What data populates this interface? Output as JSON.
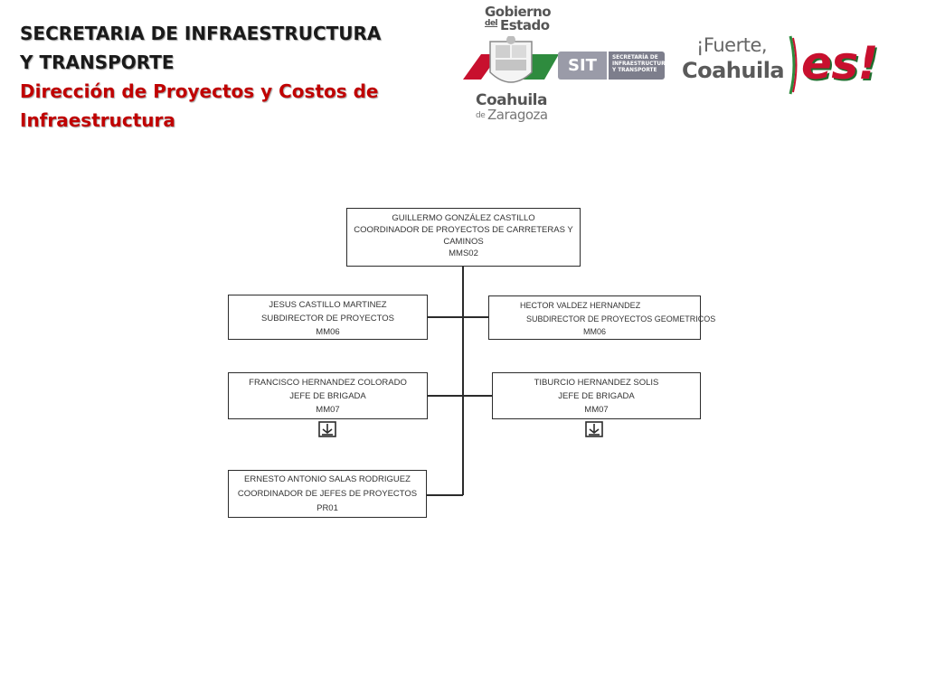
{
  "header": {
    "line1": "SECRETARIA DE INFRAESTRUCTURA",
    "line2": "Y TRANSPORTE",
    "line3": "Dirección de Proyectos y Costos de",
    "line4": "Infraestructura"
  },
  "logos": {
    "gobierno_top": "Gobierno",
    "gobierno_del": "del",
    "gobierno_estado": "Estado",
    "gobierno_coahuila": "Coahuila",
    "gobierno_de": "de",
    "gobierno_zaragoza": "Zaragoza",
    "sit_short": "SIT",
    "sit_line1": "SECRETARÍA DE",
    "sit_line2": "INFRAESTRUCTURA",
    "sit_line3": "Y TRANSPORTE",
    "fuerte_top": "¡Fuerte,",
    "fuerte_coahuila": "Coahuila",
    "fuerte_es": "es!",
    "colors": {
      "green": "#2e8b3e",
      "red": "#c8102e",
      "gray": "#555555",
      "sit_gray": "#9a9ba8"
    }
  },
  "org": {
    "top": {
      "name": "GUILLERMO GONZÁLEZ CASTILLO",
      "title": "COORDINADOR DE PROYECTOS DE CARRETERAS Y CAMINOS",
      "code": "MMS02"
    },
    "sub_left": {
      "name": "JESUS CASTILLO MARTINEZ",
      "title": "SUBDIRECTOR DE PROYECTOS",
      "code": "MM06"
    },
    "sub_right": {
      "name": "HECTOR VALDEZ HERNANDEZ",
      "title": "SUBDIRECTOR DE PROYECTOS  GEOMETRICOS",
      "code": "MM06"
    },
    "brig_left": {
      "name": "FRANCISCO HERNANDEZ COLORADO",
      "title": "JEFE DE BRIGADA",
      "code": "MM07"
    },
    "brig_right": {
      "name": "TIBURCIO HERNANDEZ SOLIS",
      "title": "JEFE DE BRIGADA",
      "code": "MM07"
    },
    "coord": {
      "name": "ERNESTO ANTONIO SALAS RODRIGUEZ",
      "title": "COORDINADOR DE JEFES DE PROYECTOS",
      "code": "PR01"
    },
    "icons": {
      "brigade_left": "team-expand-icon",
      "brigade_right": "team-expand-icon"
    }
  }
}
